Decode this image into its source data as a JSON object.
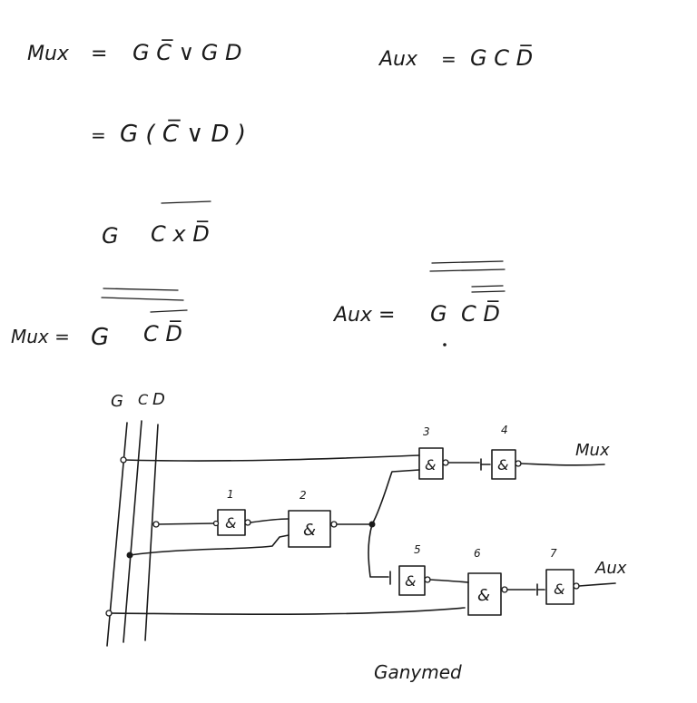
{
  "equations": {
    "mux_1": {
      "lhs": "Mux",
      "eq": "=",
      "rhs": "G C̅ ∨ G D"
    },
    "aux_1": {
      "lhs": "Aux",
      "eq": "=",
      "rhs": "G C D̅"
    },
    "mux_2": {
      "eq": "=",
      "rhs": "G ( C̅ ∨ D )"
    },
    "mux_3": {
      "rhs_g": "G",
      "rhs_cd": "C x D̅"
    },
    "mux_4": {
      "lhs": "Mux =",
      "rhs_g": "G",
      "rhs_cd": "C D̅"
    },
    "aux_2": {
      "lhs": "Aux =",
      "rhs_g": "G",
      "rhs_cd": "C D̅"
    }
  },
  "circuit": {
    "input_labels": [
      "G",
      "C",
      "D"
    ],
    "gates": [
      {
        "id": "1",
        "symbol": "&"
      },
      {
        "id": "2",
        "symbol": "&"
      },
      {
        "id": "3",
        "symbol": "&"
      },
      {
        "id": "4",
        "symbol": "&"
      },
      {
        "id": "5",
        "symbol": "&"
      },
      {
        "id": "6",
        "symbol": "&"
      },
      {
        "id": "7",
        "symbol": "&"
      }
    ],
    "outputs": [
      "Mux",
      "Aux"
    ]
  },
  "signature": "Ganymed"
}
